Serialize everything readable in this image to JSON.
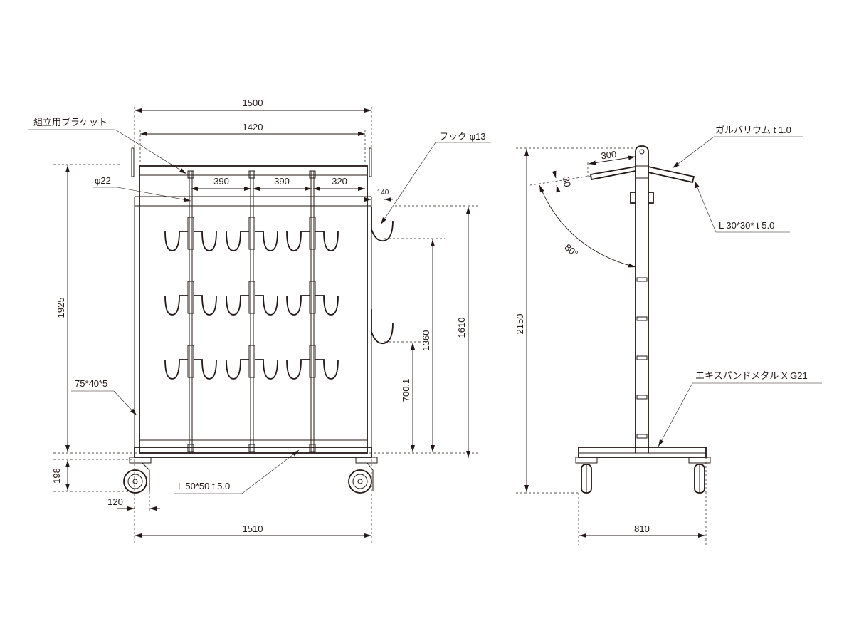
{
  "front_view": {
    "dim_overall_top": "1500",
    "dim_inner_top": "1420",
    "label_bracket": "組立用ブラケット",
    "label_pipe": "φ22",
    "dim_spacing_1": "390",
    "dim_spacing_2": "390",
    "dim_spacing_3": "320",
    "dim_hook_offset": "140",
    "label_hook": "フック φ13",
    "dim_frame_height": "1925",
    "dim_hook_top_height": "1610",
    "dim_hook_mid_height": "1360",
    "dim_hook_low_height": "700.1",
    "label_post": "75*40*5",
    "dim_caster_height": "198",
    "dim_caster_offset": "120",
    "label_base_angle": "L 50*50 t 5.0",
    "dim_overall_bottom": "1510"
  },
  "side_view": {
    "label_roof": "ガルバリウム t 1.0",
    "dim_roof_length": "300",
    "dim_roof_thickness": "30",
    "dim_angle": "80°",
    "label_roof_angle": "L 30*30* t 5.0",
    "dim_total_height": "2150",
    "label_mesh": "エキスパンドメタル X G21",
    "dim_base_width": "810"
  }
}
